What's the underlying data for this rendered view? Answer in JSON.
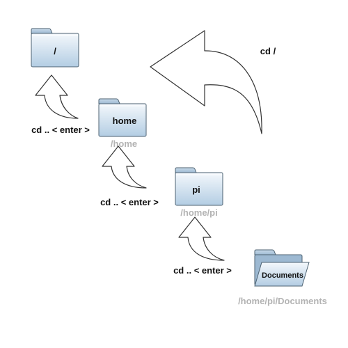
{
  "diagram": {
    "folders": {
      "root": {
        "label": "/"
      },
      "home": {
        "label": "home",
        "path": "/home"
      },
      "pi": {
        "label": "pi",
        "path": "/home/pi"
      },
      "documents": {
        "label": "Documents",
        "path": "/home/pi/Documents"
      }
    },
    "commands": {
      "cd_root": "cd /",
      "cd_up_1": "cd .. < enter >",
      "cd_up_2": "cd .. < enter >",
      "cd_up_3": "cd .. < enter >"
    },
    "colors": {
      "folder_fill_top": "#f4f8fc",
      "folder_fill_bottom": "#b3cde3",
      "folder_stroke": "#4d6272",
      "path_text": "#b3b3b3"
    }
  }
}
